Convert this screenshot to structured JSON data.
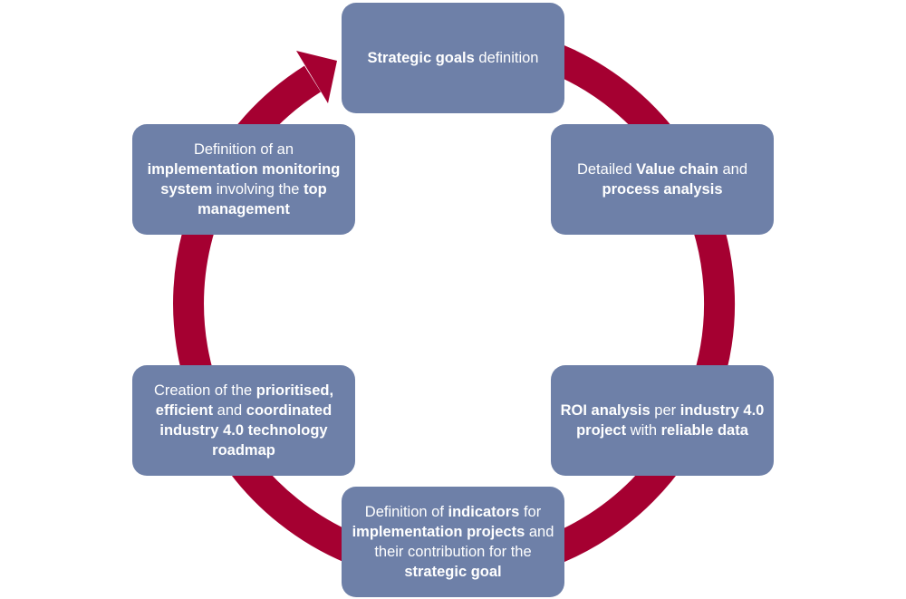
{
  "colors": {
    "box": "#6E80A8",
    "cycle_arrow": "#A50031",
    "text": "#FFFFFF"
  },
  "steps": [
    {
      "parts": [
        {
          "t": "Strategic goals",
          "b": true
        },
        {
          "t": " definition",
          "b": false
        }
      ]
    },
    {
      "parts": [
        {
          "t": "Detailed ",
          "b": false
        },
        {
          "t": "Value chain",
          "b": true
        },
        {
          "t": " and ",
          "b": false
        },
        {
          "t": "process analysis",
          "b": true
        }
      ]
    },
    {
      "parts": [
        {
          "t": "ROI analysis",
          "b": true
        },
        {
          "t": " per ",
          "b": false
        },
        {
          "t": "industry 4.0 project",
          "b": true
        },
        {
          "t": " with ",
          "b": false
        },
        {
          "t": "reliable data",
          "b": true
        }
      ]
    },
    {
      "parts": [
        {
          "t": "Definition of ",
          "b": false
        },
        {
          "t": "indicators",
          "b": true
        },
        {
          "t": " for ",
          "b": false
        },
        {
          "t": "implementation projects",
          "b": true
        },
        {
          "t": " and their contribution for the ",
          "b": false
        },
        {
          "t": "strategic goal",
          "b": true
        }
      ]
    },
    {
      "parts": [
        {
          "t": "Creation of the ",
          "b": false
        },
        {
          "t": "prioritised, efficient",
          "b": true
        },
        {
          "t": " and ",
          "b": false
        },
        {
          "t": "coordinated industry 4.0 technology roadmap",
          "b": true
        }
      ]
    },
    {
      "parts": [
        {
          "t": "Definition of an ",
          "b": false
        },
        {
          "t": "implementation monitoring system",
          "b": true
        },
        {
          "t": " involving the ",
          "b": false
        },
        {
          "t": "top management",
          "b": true
        }
      ]
    }
  ]
}
